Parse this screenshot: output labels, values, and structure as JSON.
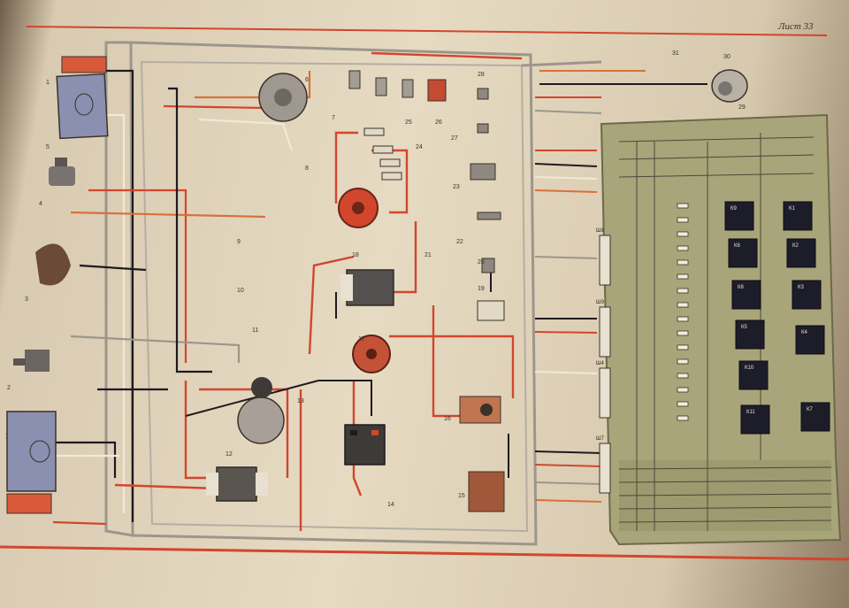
{
  "sheet": {
    "label": "Лист 33"
  },
  "callouts": [
    {
      "id": "n1a",
      "text": "1"
    },
    {
      "id": "n1b",
      "text": "1"
    },
    {
      "id": "n2",
      "text": "2"
    },
    {
      "id": "n3",
      "text": "3"
    },
    {
      "id": "n4",
      "text": "4"
    },
    {
      "id": "n5",
      "text": "5"
    },
    {
      "id": "n6",
      "text": "6"
    },
    {
      "id": "n7",
      "text": "7"
    },
    {
      "id": "n8",
      "text": "8"
    },
    {
      "id": "n9",
      "text": "9"
    },
    {
      "id": "n10",
      "text": "10"
    },
    {
      "id": "n11",
      "text": "11"
    },
    {
      "id": "n12",
      "text": "12"
    },
    {
      "id": "n13",
      "text": "13"
    },
    {
      "id": "n14",
      "text": "14"
    },
    {
      "id": "n15",
      "text": "15"
    },
    {
      "id": "n16",
      "text": "16"
    },
    {
      "id": "n17",
      "text": "17"
    },
    {
      "id": "n18",
      "text": "18"
    },
    {
      "id": "n19",
      "text": "19"
    },
    {
      "id": "n20",
      "text": "20"
    },
    {
      "id": "n21",
      "text": "21"
    },
    {
      "id": "n22",
      "text": "22"
    },
    {
      "id": "n23",
      "text": "23"
    },
    {
      "id": "n24",
      "text": "24"
    },
    {
      "id": "n25",
      "text": "25"
    },
    {
      "id": "n26",
      "text": "26"
    },
    {
      "id": "n27",
      "text": "27"
    },
    {
      "id": "n28",
      "text": "28"
    },
    {
      "id": "n29",
      "text": "29"
    },
    {
      "id": "n30",
      "text": "30"
    },
    {
      "id": "n31",
      "text": "31"
    }
  ],
  "connectors": [
    {
      "id": "sh8",
      "text": "Ш8"
    },
    {
      "id": "sh9",
      "text": "Ш9"
    },
    {
      "id": "sh4",
      "text": "Ш4"
    },
    {
      "id": "sh7",
      "text": "Ш7"
    }
  ],
  "relays": [
    {
      "id": "k9",
      "text": "К9"
    },
    {
      "id": "k1",
      "text": "К1"
    },
    {
      "id": "k6",
      "text": "К6"
    },
    {
      "id": "k2",
      "text": "К2"
    },
    {
      "id": "k8",
      "text": "К8"
    },
    {
      "id": "k3",
      "text": "К3"
    },
    {
      "id": "k5",
      "text": "К5"
    },
    {
      "id": "k4",
      "text": "К4"
    },
    {
      "id": "k10",
      "text": "К10"
    },
    {
      "id": "k11",
      "text": "К11"
    },
    {
      "id": "k7",
      "text": "К7"
    }
  ],
  "colors": {
    "wire_red": "#d2462d",
    "wire_black": "#1e1a1f",
    "wire_grey": "#9c968c",
    "wire_orange": "#d9703a",
    "wire_white": "#f1e9d8",
    "wire_brown": "#8a4a2c",
    "fuse_block": "#a9a57a",
    "relay": "#1d1d2a",
    "lamp_blue": "#8b8fb0",
    "lamp_red": "#d85a3a",
    "paper": "#e6dac2"
  }
}
